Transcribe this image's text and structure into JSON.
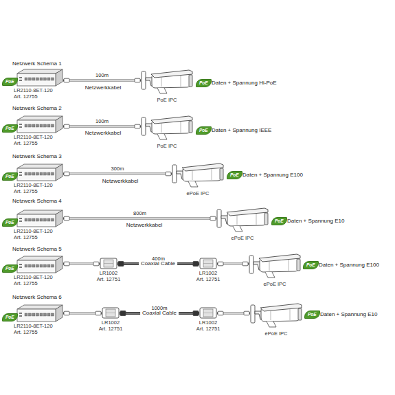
{
  "diagram": {
    "nodes": [
      {
        "text": [
          "PoE"
        ]
      },
      {
        "text": [
          "LR2110-8ET-120",
          "Art. 12755"
        ]
      },
      {
        "text": [
          "PoE IPC"
        ]
      },
      {
        "text": [
          "PoE"
        ]
      },
      {
        "text": [
          "PoE"
        ]
      },
      {
        "text": [
          "LR2110-8ET-120",
          "Art. 12755"
        ]
      },
      {
        "text": [
          "PoE IPC"
        ]
      },
      {
        "text": [
          "PoE"
        ]
      },
      {
        "text": [
          "PoE"
        ]
      },
      {
        "text": [
          "LR2110-8ET-120",
          "Art. 12755"
        ]
      },
      {
        "text": [
          "ePoE IPC"
        ]
      },
      {
        "text": [
          "PoE"
        ]
      },
      {
        "text": [
          "PoE"
        ]
      },
      {
        "text": [
          "LR2110-8ET-120",
          "Art. 12755"
        ]
      },
      {
        "text": [
          "ePoE IPC"
        ]
      },
      {
        "text": [
          "PoE"
        ]
      },
      {
        "text": [
          "PoE"
        ]
      },
      {
        "text": [
          "LR2110-8ET-120",
          "Art. 12755"
        ]
      },
      {
        "text": [
          "LR1002",
          "Art. 12751"
        ]
      },
      {
        "text": [
          "LR1002",
          "Art. 12751"
        ]
      },
      {
        "text": [
          "ePoE IPC"
        ]
      },
      {
        "text": [
          "PoE"
        ]
      },
      {
        "text": [
          "PoE"
        ]
      },
      {
        "text": [
          "LR2110-8ET-120",
          "Art. 12755"
        ]
      },
      {
        "text": [
          "LR1002",
          "Art. 12751"
        ]
      },
      {
        "text": [
          "LR1002",
          "Art. 12751"
        ]
      },
      {
        "text": [
          "ePoE IPC"
        ]
      },
      {
        "text": [
          "PoE"
        ]
      }
    ],
    "edges": [
      {
        "from": 1,
        "to": 2,
        "arrow": "none",
        "label": "100m"
      },
      {
        "from": 5,
        "to": 6,
        "arrow": "none",
        "label": "100m"
      },
      {
        "from": 9,
        "to": 10,
        "arrow": "none",
        "label": "300m"
      },
      {
        "from": 13,
        "to": 14,
        "arrow": "none",
        "label": "800m"
      },
      {
        "from": 17,
        "to": 18,
        "arrow": "none"
      },
      {
        "from": 18,
        "to": 19,
        "arrow": "none",
        "label": "400m"
      },
      {
        "from": 19,
        "to": 20,
        "arrow": "none"
      },
      {
        "from": 23,
        "to": 24,
        "arrow": "none"
      },
      {
        "from": 24,
        "to": 25,
        "arrow": "none",
        "label": "1000m"
      },
      {
        "from": 25,
        "to": 26,
        "arrow": "none"
      }
    ],
    "labels": [
      "Netzwerk Schema 1",
      "Netzwerkkabel",
      "Daten + Spannung Hi-PoE",
      "Netzwerk Schema 2",
      "Netzwerkkabel",
      "Daten + Spannung IEEE",
      "Netzwerk Schema 3",
      "Netzwerkkabel",
      "Daten + Spannung E100",
      "Netzwerk Schema 4",
      "Netzwerkkabel",
      "Daten + Spannung E10",
      "Netzwerk Schema 5",
      "Coaxial Cable",
      "Daten + Spannung E100",
      "Netzwerk Schema 6",
      "Coaxial Cable",
      "Daten + Spannung E10"
    ]
  }
}
